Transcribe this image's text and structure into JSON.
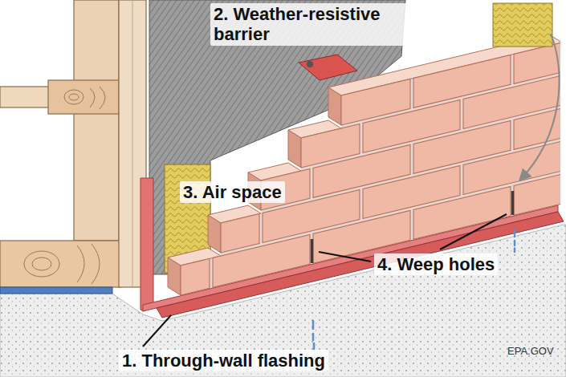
{
  "diagram": {
    "labels": [
      "2. Weather-resistive barrier",
      "3. Air space",
      "4. Weep holes",
      "1. Through-wall flashing",
      "EPA.GOV"
    ]
  }
}
